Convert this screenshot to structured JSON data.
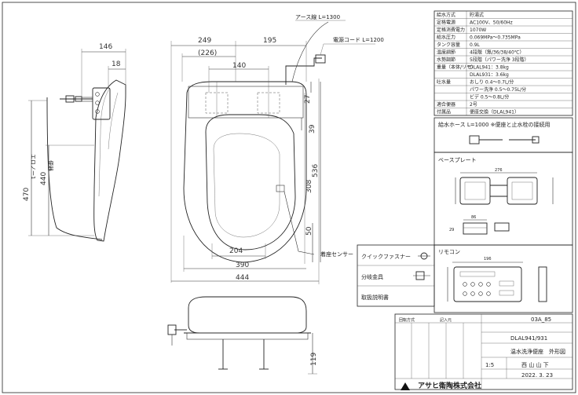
{
  "dims": {
    "front_249": "249",
    "front_195": "195",
    "front_226": "(226)",
    "front_140": "140",
    "front_204": "204",
    "front_390": "390",
    "front_444": "444",
    "front_536": "536",
    "front_308": "308",
    "front_39": "39",
    "front_50": "50",
    "front_27": "27",
    "side_146": "146",
    "side_18": "18",
    "side_440": "440",
    "side_470": "470",
    "bottom_119": "119"
  },
  "callouts": {
    "earth_wire": "アース線 L=1300",
    "power_cord": "電源コード L=1200",
    "seat_sensor": "着座センサー"
  },
  "side_labels": {
    "range": "エロノー1",
    "marker": "便器"
  },
  "specs": {
    "rows": [
      {
        "label": "給水方式",
        "value": "貯湯式"
      },
      {
        "label": "定格電源",
        "value": "AC100V、50/60Hz"
      },
      {
        "label": "定格消費電力",
        "value": "1070W"
      },
      {
        "label": "給水圧力",
        "value": "0.069MPa～0.735MPa"
      },
      {
        "label": "タンク容量",
        "value": "0.9L"
      },
      {
        "label": "温度調節",
        "value": "4段階（無/36/38/40℃）"
      },
      {
        "label": "水勢調節",
        "value": "5段階（パワー洗浄 3段階）"
      },
      {
        "label": "重量（本体/リモ）",
        "value": "DLAL941：3.8kg"
      },
      {
        "label": "",
        "value": "DLAL931：3.6kg"
      },
      {
        "label": "吐水量",
        "value": "おしり 0.4～0.7L/分"
      },
      {
        "label": "",
        "value": "パワー洗浄 0.5～0.75L/分"
      },
      {
        "label": "",
        "value": "ビデ 0.5～0.8L/分"
      },
      {
        "label": "適合便器",
        "value": "2号"
      },
      {
        "label": "付属品",
        "value": "便座交換（DLAL941）"
      }
    ]
  },
  "hose": {
    "title": "給水ホース L=1000 ※便座と止水栓の接続用"
  },
  "base_plate": {
    "title": "ベースプレート",
    "dim_276": "276",
    "dim_86": "86",
    "dim_29": "29"
  },
  "parts": [
    {
      "name": "クイックファスナー"
    },
    {
      "name": "分岐金具"
    },
    {
      "name": "取扱説明書"
    }
  ],
  "remote": {
    "title": "リモコン",
    "dim_196": "196"
  },
  "title_block": {
    "scale_header": "回転方式",
    "check_header": "記入元",
    "drawing_no": "03A_85",
    "model": "DLAL941/931",
    "product": "温水洗浄便座　外形図",
    "scale": "1:5",
    "drawn_by": "西 山 山 下",
    "date": "2022. 3. 23",
    "company": "アサヒ衛陶株式会社"
  }
}
